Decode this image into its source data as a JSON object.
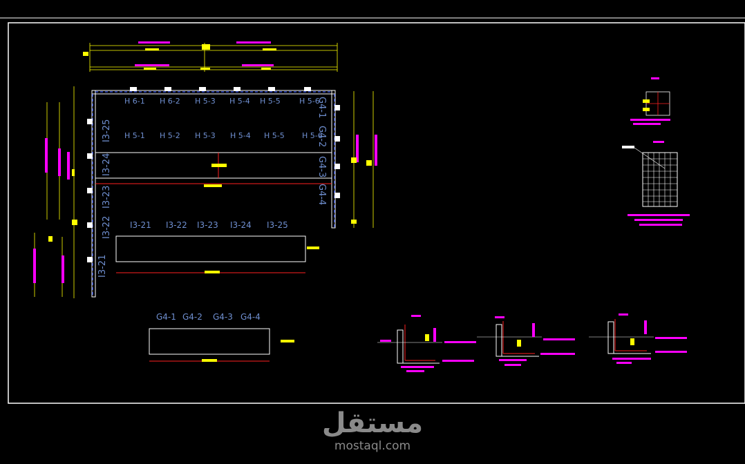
{
  "labels": {
    "h6": [
      "H 6-1",
      "H 6-2",
      "H 5-3",
      "H 5-4",
      "H 5-5",
      "H 5-6"
    ],
    "h5": [
      "H 5-1",
      "H 5-2",
      "H 5-3",
      "H 5-4",
      "H 5-5",
      "H 5-6"
    ],
    "g_right": [
      "G4-1",
      "G4-2",
      "G4-3",
      "G4-4"
    ],
    "i_left": [
      "I3-25",
      "I3-24",
      "I3-23",
      "I3-22",
      "I3-21"
    ],
    "i_row": [
      "I3-21",
      "I3-22",
      "I3-23",
      "I3-24",
      "I3-25"
    ],
    "g_row": [
      "G4-1",
      "G4-2",
      "G4-3",
      "G4-4"
    ]
  },
  "watermark": {
    "arabic": "مستقل",
    "site": "mostaql.com"
  },
  "colors": {
    "frame": "#ffffff",
    "label": "#6f8fd0",
    "dim": "#ffff00",
    "note": "#ff00ff",
    "rebar": "#ff2020",
    "steel": "#4060ff"
  }
}
